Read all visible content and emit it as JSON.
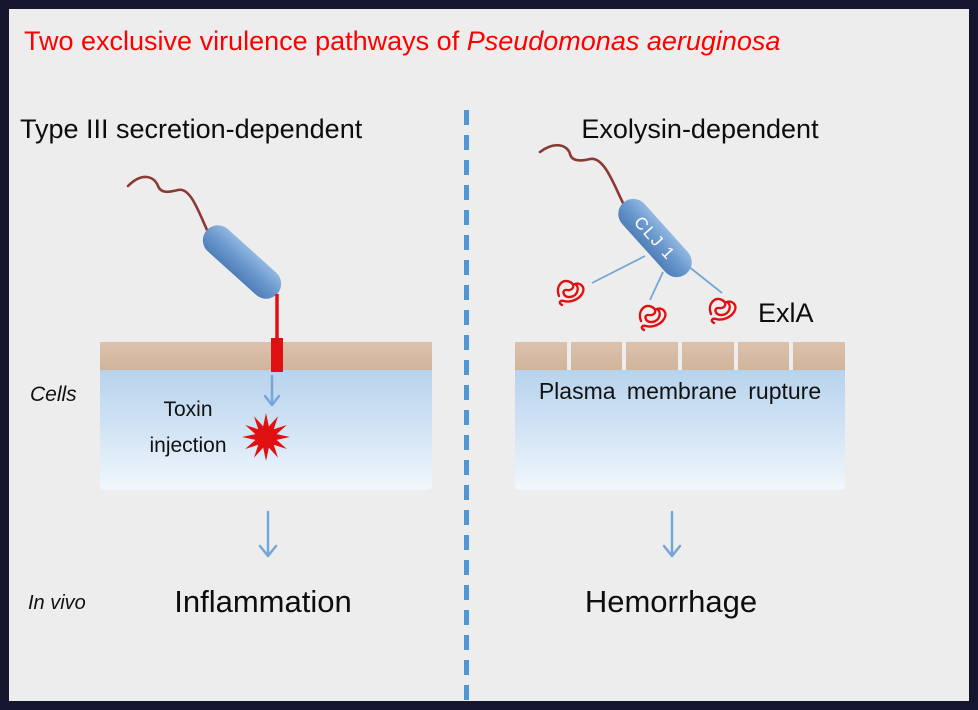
{
  "title": {
    "prefix": "Two exclusive virulence pathways of ",
    "species": "Pseudomonas aeruginosa"
  },
  "columns": {
    "left": {
      "header": "Type III secretion-dependent",
      "side_label_cells": "Cells",
      "toxin_label": "Toxin injection",
      "side_label_invivo": "In vivo",
      "outcome": "Inflammation"
    },
    "right": {
      "header": "Exolysin-dependent",
      "bacterium_label": "CLJ 1",
      "protein_label": "ExlA",
      "membrane_label": "Plasma membrane rupture",
      "outcome": "Hemorrhage"
    }
  },
  "colors": {
    "title_red": "#ff0000",
    "frame_navy": "#15152e",
    "divider_blue": "#4f96d4",
    "bacterium_blue": "#6d9bd0",
    "flagellum_maroon": "#8a3a33",
    "membrane_tan": "#dcc2ad",
    "cell_blue_top": "#b7d3ec",
    "arrow_blue": "#74a7d8",
    "needle_red": "#e01010"
  }
}
